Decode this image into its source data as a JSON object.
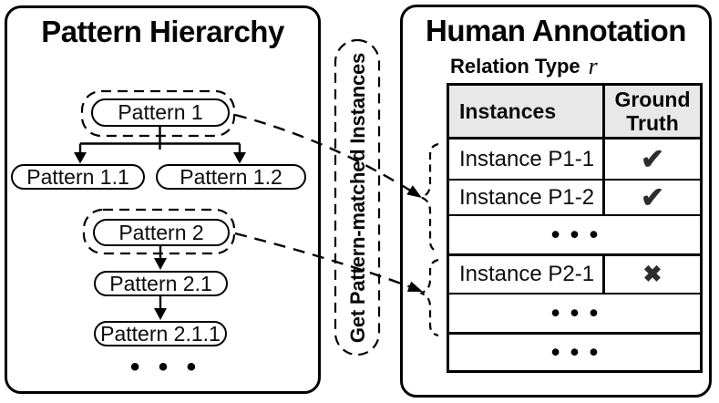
{
  "left_panel": {
    "title": "Pattern Hierarchy",
    "nodes": {
      "p1": "Pattern 1",
      "p11": "Pattern 1.1",
      "p12": "Pattern 1.2",
      "p2": "Pattern 2",
      "p21": "Pattern 2.1",
      "p211": "Pattern 2.1.1"
    },
    "ellipsis": "• • •"
  },
  "connector": {
    "label": "Get Pattern-matched Instances"
  },
  "right_panel": {
    "title": "Human Annotation",
    "subtitle": "Relation Type",
    "relation_symbol": "r",
    "table": {
      "headers": [
        "Instances",
        "Ground Truth"
      ],
      "rows": [
        {
          "instance": "Instance P1-1",
          "truth": "✔"
        },
        {
          "instance": "Instance P1-2",
          "truth": "✔"
        },
        {
          "instance": "• • •",
          "truth": ""
        },
        {
          "instance": "Instance P2-1",
          "truth": "✖"
        },
        {
          "instance": "• • •",
          "truth": ""
        },
        {
          "instance": "• • •",
          "truth": ""
        }
      ]
    }
  },
  "colors": {
    "ink": "#000000",
    "header_bg": "#e8e8e8",
    "glyph": "#2c2c2c"
  }
}
